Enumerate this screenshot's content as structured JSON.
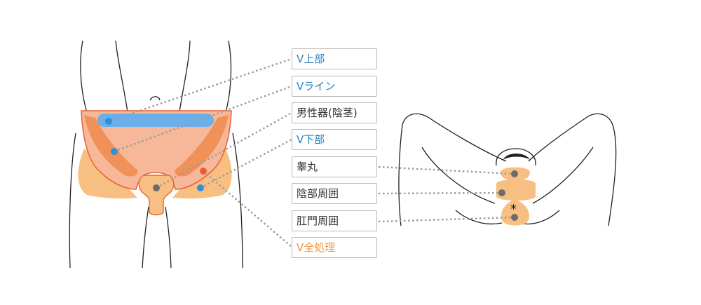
{
  "labels": {
    "v_upper": {
      "text": "V上部",
      "color": "#2a7fbf"
    },
    "v_line": {
      "text": "Vライン",
      "color": "#2a7fbf"
    },
    "male_genital": {
      "text": "男性器(陰茎)",
      "color": "#333333"
    },
    "v_lower": {
      "text": "V下部",
      "color": "#2a7fbf"
    },
    "testicles": {
      "text": "睾丸",
      "color": "#333333"
    },
    "perineum_area": {
      "text": "陰部周囲",
      "color": "#333333"
    },
    "anal_area": {
      "text": "肛門周囲",
      "color": "#333333"
    },
    "v_full": {
      "text": "V全処理",
      "color": "#f0933a"
    }
  },
  "colors": {
    "line": "#222222",
    "v_region_fill": "#f7b89a",
    "v_region_stroke": "#e8643c",
    "v_line_fill": "#f0915a",
    "v_upper_bar": "#6aaeea",
    "outer_area": "#f7c082",
    "dot_blue": "#2f8fd8",
    "dot_gray": "#6b6b6b",
    "dot_red": "#ef5a36",
    "connector": "#9a9a9a"
  },
  "icons": {
    "anus_mark": "*"
  }
}
